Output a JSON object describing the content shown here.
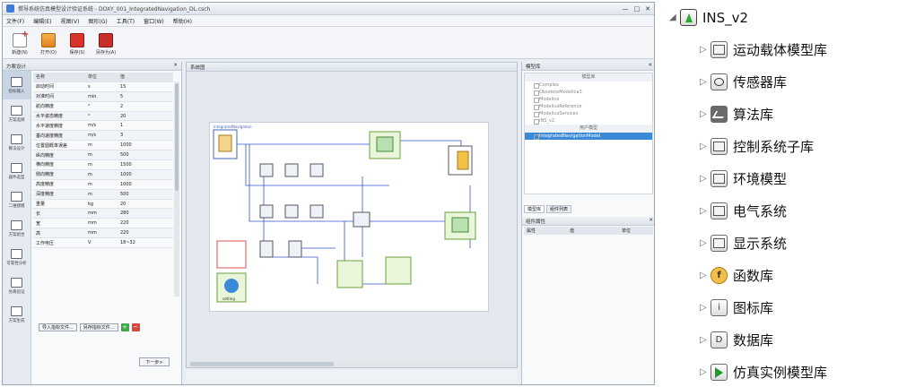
{
  "app": {
    "title": "惯导系统仿真模型设计验证系统 - DOXY_001_IntegratedNavigation_DL.csch",
    "window_controls": [
      "—",
      "□",
      "✕"
    ],
    "menu": [
      "文件(F)",
      "编辑(E)",
      "视图(V)",
      "图形(G)",
      "工具(T)",
      "窗口(W)",
      "帮助(H)"
    ],
    "toolbar": [
      {
        "label": "新建(N)",
        "icon": "new-file-icon"
      },
      {
        "label": "打开(O)",
        "icon": "open-folder-icon"
      },
      {
        "label": "保存(S)",
        "icon": "save-icon"
      },
      {
        "label": "另存为(A)",
        "icon": "save-as-icon"
      }
    ]
  },
  "left_panel": {
    "title": "方案设计",
    "side_tabs": [
      "指标输入",
      "方案选择",
      "算法设计",
      "器件选型",
      "二维建模",
      "方案组合",
      "可靠性分析",
      "仿真验证",
      "方案生成"
    ],
    "columns": [
      "名称",
      "单位",
      "值"
    ],
    "rows": [
      [
        "启动时间",
        "s",
        "15"
      ],
      [
        "对准时间",
        "min",
        "5"
      ],
      [
        "航向精度",
        "°",
        "2"
      ],
      [
        "水平姿态精度",
        "°",
        "20"
      ],
      [
        "水平速度精度",
        "m/s",
        "1"
      ],
      [
        "垂向速度精度",
        "m/s",
        "3"
      ],
      [
        "位置圆概率误差",
        "m",
        "1000"
      ],
      [
        "纵向精度",
        "m",
        "500"
      ],
      [
        "横向精度",
        "m",
        "1500"
      ],
      [
        "侧向精度",
        "m",
        "1000"
      ],
      [
        "高度精度",
        "m",
        "1000"
      ],
      [
        "深度精度",
        "m",
        "500"
      ],
      [
        "重量",
        "kg",
        "20"
      ],
      [
        "长",
        "mm",
        "280"
      ],
      [
        "宽",
        "mm",
        "220"
      ],
      [
        "高",
        "mm",
        "220"
      ],
      [
        "工作电压",
        "V",
        "18~32"
      ]
    ],
    "import_btn": "导入指标文件...",
    "export_btn": "另存指标文件...",
    "next_btn": "下一步>"
  },
  "canvas_panel": {
    "title": "系统图",
    "block_labels": [
      "IntegratedNavigation",
      "setting"
    ]
  },
  "right_panel": {
    "title": "模型库",
    "lib_header": "模型库",
    "libs": [
      "Complex",
      "ObsoleteModelica3",
      "Modelica",
      "ModelicaReference",
      "ModelicaServices",
      "INS_v2"
    ],
    "user_header": "用户模型",
    "user_models": [
      "IntegratedNavigationModel"
    ],
    "tabs": [
      "模型库",
      "组件列表"
    ],
    "attr_title": "组件属性",
    "attr_columns": [
      "属性",
      "值",
      "单位"
    ]
  },
  "tree": {
    "root": "INS_v2",
    "children": [
      {
        "label": "运动载体模型库",
        "icon": "library-box-icon"
      },
      {
        "label": "传感器库",
        "icon": "sensor-icon"
      },
      {
        "label": "算法库",
        "icon": "algorithm-icon"
      },
      {
        "label": "控制系统子库",
        "icon": "library-box-icon"
      },
      {
        "label": "环境模型",
        "icon": "library-box-icon"
      },
      {
        "label": "电气系统",
        "icon": "library-box-icon"
      },
      {
        "label": "显示系统",
        "icon": "library-box-icon"
      },
      {
        "label": "函数库",
        "icon": "function-icon",
        "glyph": "f"
      },
      {
        "label": "图标库",
        "icon": "icon-library-icon",
        "glyph": "i"
      },
      {
        "label": "数据库",
        "icon": "database-icon",
        "glyph": "D"
      },
      {
        "label": "仿真实例模型库",
        "icon": "play-icon"
      }
    ]
  }
}
